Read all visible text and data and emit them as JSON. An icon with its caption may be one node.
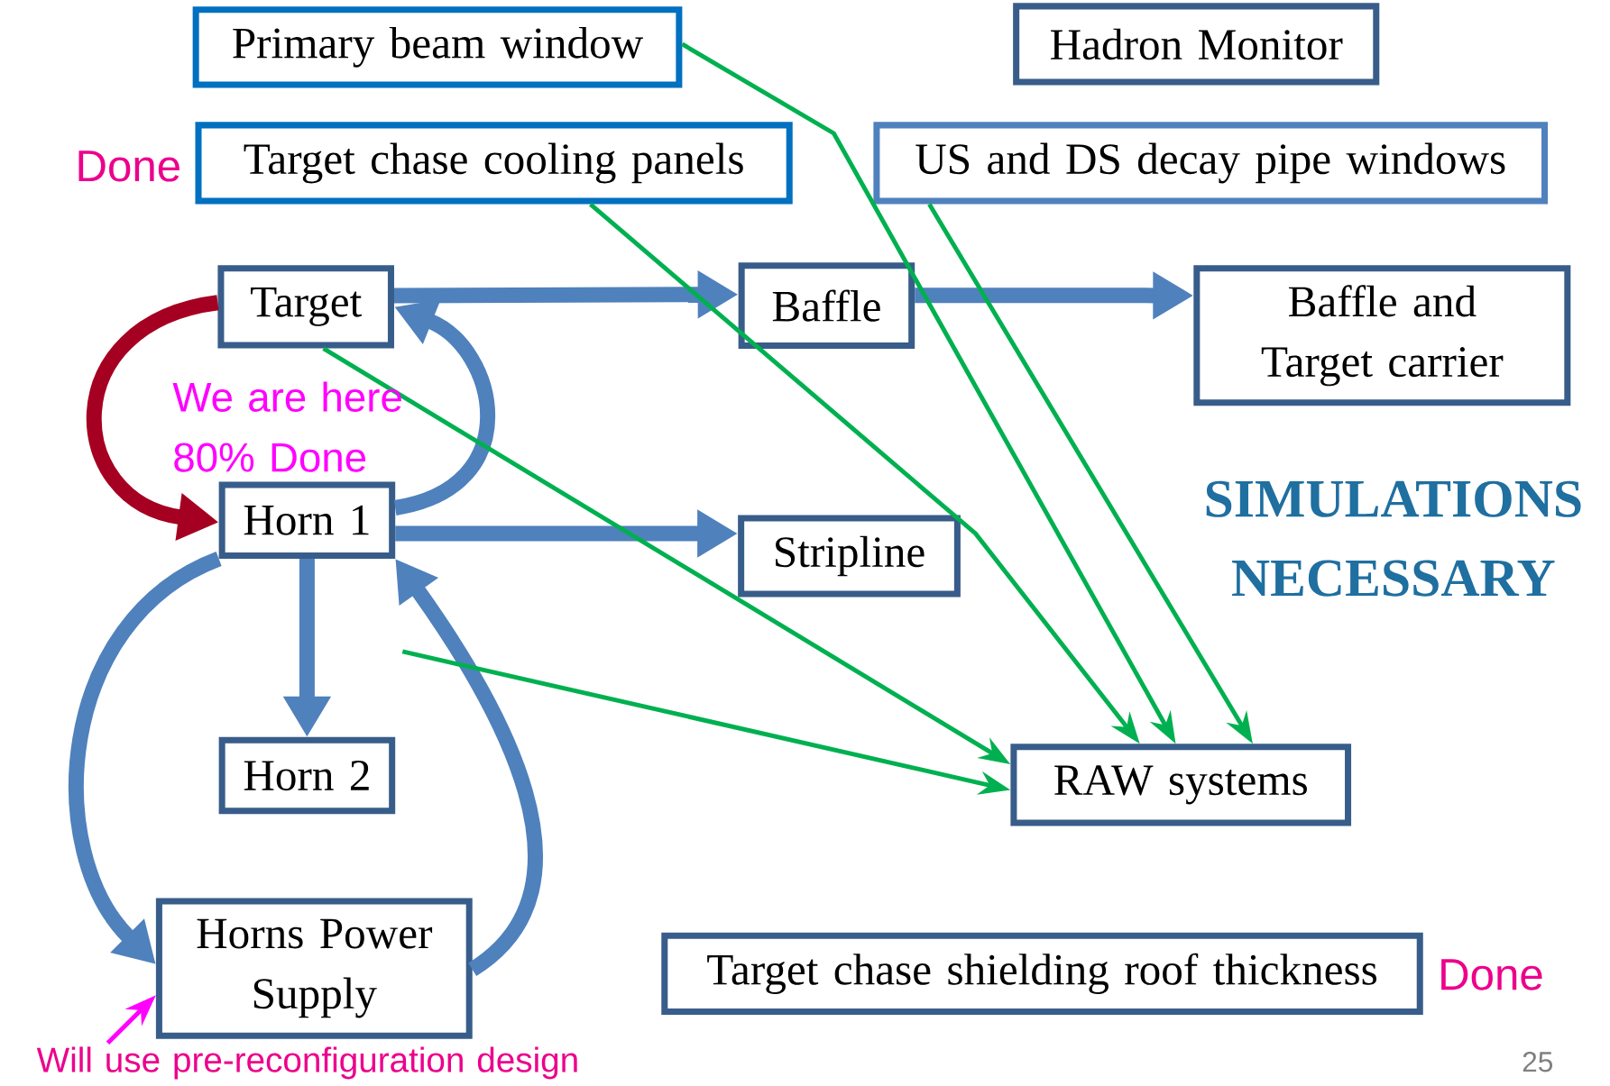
{
  "diagram": {
    "nodes": [
      {
        "text": [
          "Primary beam window"
        ]
      },
      {
        "text": [
          "Target chase cooling panels"
        ],
        "beside": [
          "Done"
        ]
      },
      {
        "text": [
          "Hadron Monitor"
        ]
      },
      {
        "text": [
          "US and DS decay pipe windows"
        ]
      },
      {
        "text": [
          "Target"
        ]
      },
      {
        "text": [
          "Baffle"
        ]
      },
      {
        "text": [
          "Baffle and Target carrier"
        ]
      },
      {
        "text": [
          "Horn 1"
        ]
      },
      {
        "text": [
          "Stripline"
        ]
      },
      {
        "text": [
          "Horn 2"
        ]
      },
      {
        "text": [
          "RAW systems"
        ]
      },
      {
        "text": [
          "Horns Power Supply"
        ]
      },
      {
        "text": [
          "Target chase shielding roof thickness"
        ],
        "beside": [
          "Done"
        ]
      },
      {
        "text": [
          "Will use pre-reconfiguration design"
        ]
      }
    ],
    "edges": [
      {
        "from": 4,
        "to": 5,
        "arrow": "to"
      },
      {
        "from": 5,
        "to": 6,
        "arrow": "to"
      },
      {
        "from": 7,
        "to": 8,
        "arrow": "to"
      },
      {
        "from": 7,
        "to": 9,
        "arrow": "to"
      },
      {
        "from": 4,
        "to": 7,
        "arrow": "to",
        "color": "#a50021"
      },
      {
        "from": 7,
        "to": 4,
        "arrow": "to"
      },
      {
        "from": 7,
        "to": 11,
        "arrow": "to"
      },
      {
        "from": 11,
        "to": 7,
        "arrow": "to"
      },
      {
        "from": 0,
        "to": 10,
        "arrow": "to",
        "color": "#00b050"
      },
      {
        "from": 1,
        "to": 10,
        "arrow": "to",
        "color": "#00b050"
      },
      {
        "from": 3,
        "to": 10,
        "arrow": "to",
        "color": "#00b050"
      },
      {
        "from": 4,
        "to": 10,
        "arrow": "to",
        "color": "#00b050"
      },
      {
        "from": null,
        "to": 10,
        "arrow": "to",
        "color": "#00b050"
      },
      {
        "from": 13,
        "to": 11,
        "arrow": "to",
        "color": "#ff00ff"
      }
    ],
    "labels": [
      "We are here 80% Done",
      "SIMULATIONS NECESSARY",
      "25"
    ]
  }
}
